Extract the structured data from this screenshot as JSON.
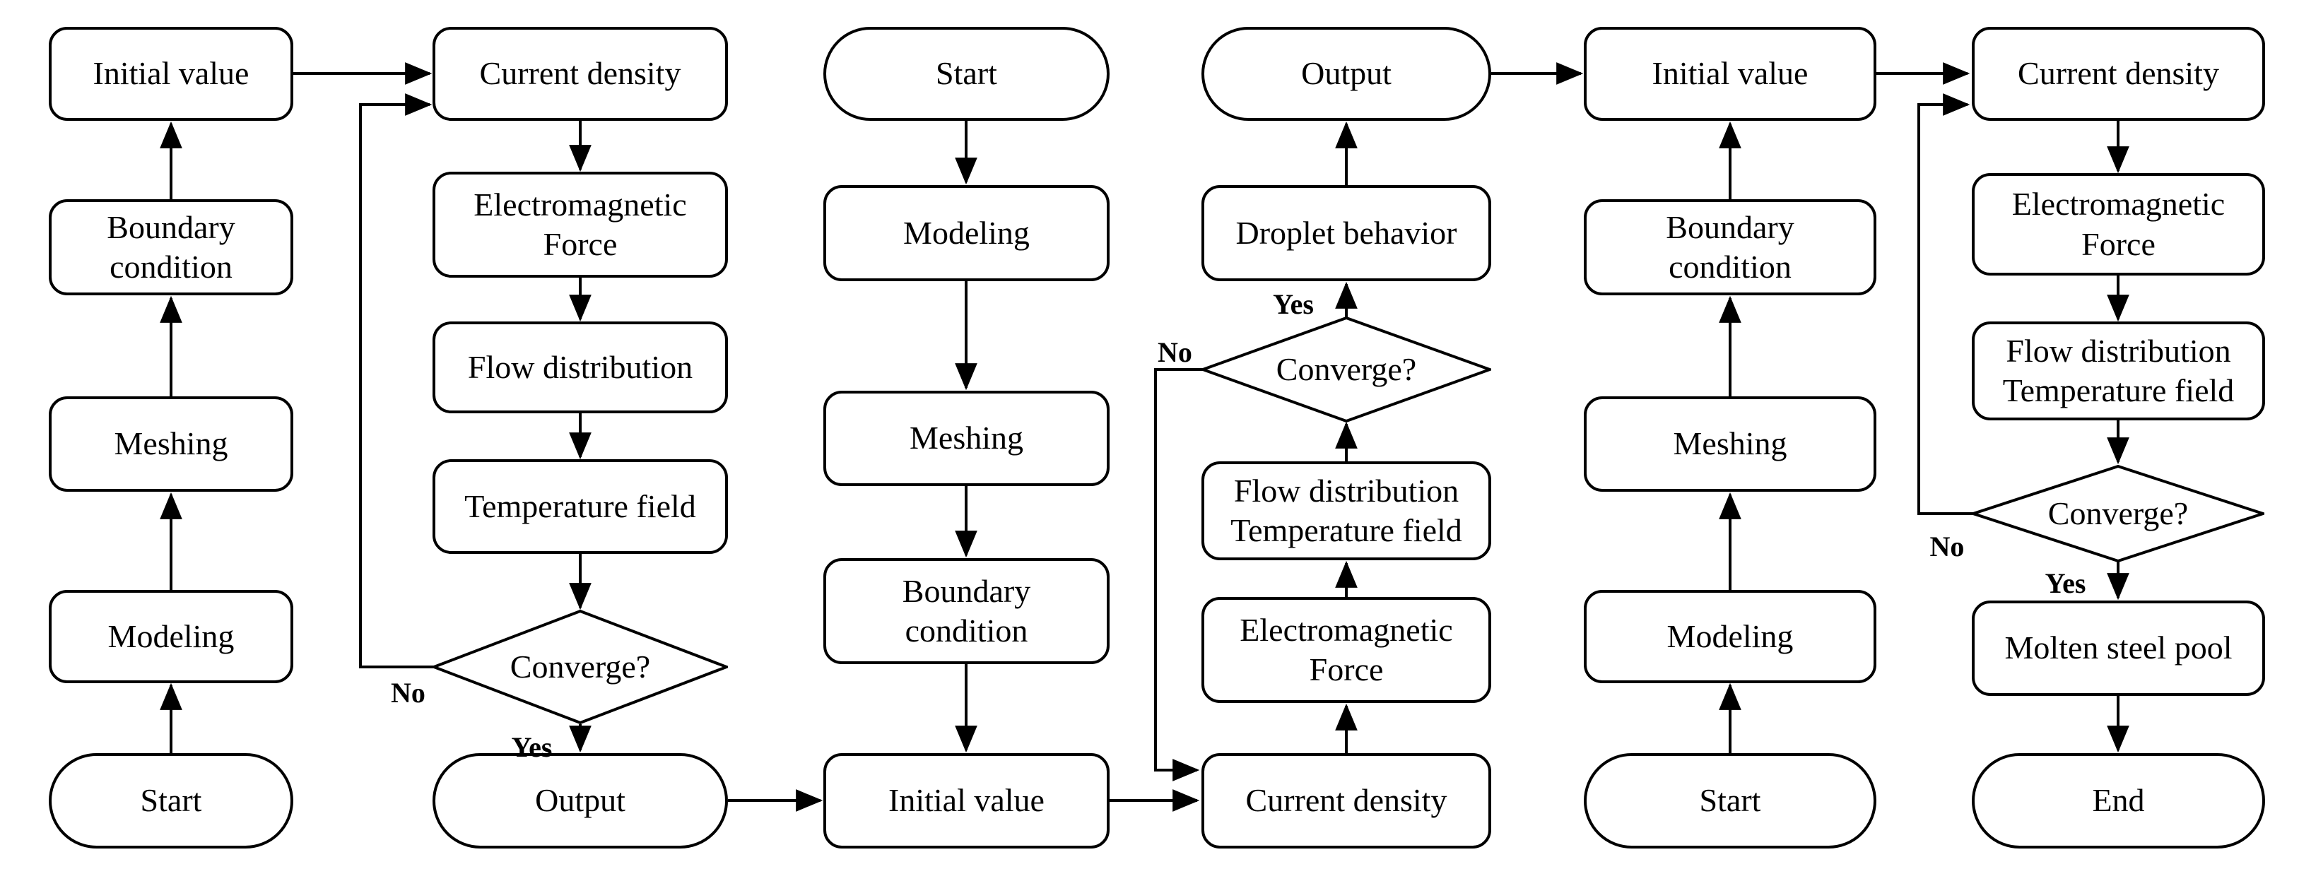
{
  "diagram": {
    "type": "flowchart",
    "colors": {
      "stroke": "#000000",
      "fill": "#ffffff"
    },
    "decision_labels": {
      "yes": "Yes",
      "no": "No"
    },
    "columns": [
      {
        "id": "preprocess-1",
        "flow": "bottom-to-top",
        "nodes": [
          {
            "id": "start-1",
            "shape": "terminator",
            "label": "Start"
          },
          {
            "id": "modeling-1",
            "shape": "process",
            "label": "Modeling"
          },
          {
            "id": "meshing-1",
            "shape": "process",
            "label": "Meshing"
          },
          {
            "id": "boundary-1",
            "shape": "process",
            "label": "Boundary\ncondition"
          },
          {
            "id": "initial-1",
            "shape": "process",
            "label": "Initial value"
          }
        ]
      },
      {
        "id": "em-loop-1",
        "flow": "top-to-bottom",
        "nodes": [
          {
            "id": "current-1",
            "shape": "process",
            "label": "Current density"
          },
          {
            "id": "emforce-1",
            "shape": "process",
            "label": "Electromagnetic\nForce"
          },
          {
            "id": "flow-1",
            "shape": "process",
            "label": "Flow distribution"
          },
          {
            "id": "temp-1",
            "shape": "process",
            "label": "Temperature field"
          },
          {
            "id": "converge-1",
            "shape": "decision",
            "label": "Converge?"
          },
          {
            "id": "output-1",
            "shape": "terminator",
            "label": "Output"
          }
        ]
      },
      {
        "id": "preprocess-2",
        "flow": "top-to-bottom",
        "nodes": [
          {
            "id": "start-2",
            "shape": "terminator",
            "label": "Start"
          },
          {
            "id": "modeling-2",
            "shape": "process",
            "label": "Modeling"
          },
          {
            "id": "meshing-2",
            "shape": "process",
            "label": "Meshing"
          },
          {
            "id": "boundary-2",
            "shape": "process",
            "label": "Boundary\ncondition"
          },
          {
            "id": "initial-2",
            "shape": "process",
            "label": "Initial value"
          }
        ]
      },
      {
        "id": "em-loop-2",
        "flow": "bottom-to-top",
        "nodes": [
          {
            "id": "current-2",
            "shape": "process",
            "label": "Current density"
          },
          {
            "id": "emforce-2",
            "shape": "process",
            "label": "Electromagnetic\nForce"
          },
          {
            "id": "flowtemp-1",
            "shape": "process",
            "label": "Flow distribution\nTemperature field"
          },
          {
            "id": "converge-2",
            "shape": "decision",
            "label": "Converge?"
          },
          {
            "id": "droplet-1",
            "shape": "process",
            "label": "Droplet behavior"
          },
          {
            "id": "output-2",
            "shape": "terminator",
            "label": "Output"
          }
        ]
      },
      {
        "id": "preprocess-3",
        "flow": "bottom-to-top",
        "nodes": [
          {
            "id": "start-3",
            "shape": "terminator",
            "label": "Start"
          },
          {
            "id": "modeling-3",
            "shape": "process",
            "label": "Modeling"
          },
          {
            "id": "meshing-3",
            "shape": "process",
            "label": "Meshing"
          },
          {
            "id": "boundary-3",
            "shape": "process",
            "label": "Boundary\ncondition"
          },
          {
            "id": "initial-3",
            "shape": "process",
            "label": "Initial value"
          }
        ]
      },
      {
        "id": "em-loop-3",
        "flow": "top-to-bottom",
        "nodes": [
          {
            "id": "current-3",
            "shape": "process",
            "label": "Current density"
          },
          {
            "id": "emforce-3",
            "shape": "process",
            "label": "Electromagnetic\nForce"
          },
          {
            "id": "flowtemp-2",
            "shape": "process",
            "label": "Flow distribution\nTemperature field"
          },
          {
            "id": "converge-3",
            "shape": "decision",
            "label": "Converge?"
          },
          {
            "id": "molten-1",
            "shape": "process",
            "label": "Molten steel pool"
          },
          {
            "id": "end-1",
            "shape": "terminator",
            "label": "End"
          }
        ]
      }
    ],
    "edges": [
      {
        "from": "start-1",
        "to": "modeling-1"
      },
      {
        "from": "modeling-1",
        "to": "meshing-1"
      },
      {
        "from": "meshing-1",
        "to": "boundary-1"
      },
      {
        "from": "boundary-1",
        "to": "initial-1"
      },
      {
        "from": "initial-1",
        "to": "current-1"
      },
      {
        "from": "current-1",
        "to": "emforce-1"
      },
      {
        "from": "emforce-1",
        "to": "flow-1"
      },
      {
        "from": "flow-1",
        "to": "temp-1"
      },
      {
        "from": "temp-1",
        "to": "converge-1"
      },
      {
        "from": "converge-1",
        "to": "output-1",
        "label": "Yes"
      },
      {
        "from": "converge-1",
        "to": "current-1",
        "label": "No"
      },
      {
        "from": "output-1",
        "to": "initial-2"
      },
      {
        "from": "start-2",
        "to": "modeling-2"
      },
      {
        "from": "modeling-2",
        "to": "meshing-2"
      },
      {
        "from": "meshing-2",
        "to": "boundary-2"
      },
      {
        "from": "boundary-2",
        "to": "initial-2"
      },
      {
        "from": "initial-2",
        "to": "current-2"
      },
      {
        "from": "current-2",
        "to": "emforce-2"
      },
      {
        "from": "emforce-2",
        "to": "flowtemp-1"
      },
      {
        "from": "flowtemp-1",
        "to": "converge-2"
      },
      {
        "from": "converge-2",
        "to": "droplet-1",
        "label": "Yes"
      },
      {
        "from": "converge-2",
        "to": "current-2",
        "label": "No"
      },
      {
        "from": "droplet-1",
        "to": "output-2"
      },
      {
        "from": "output-2",
        "to": "initial-3"
      },
      {
        "from": "start-3",
        "to": "modeling-3"
      },
      {
        "from": "modeling-3",
        "to": "meshing-3"
      },
      {
        "from": "meshing-3",
        "to": "boundary-3"
      },
      {
        "from": "boundary-3",
        "to": "initial-3"
      },
      {
        "from": "initial-3",
        "to": "current-3"
      },
      {
        "from": "current-3",
        "to": "emforce-3"
      },
      {
        "from": "emforce-3",
        "to": "flowtemp-2"
      },
      {
        "from": "flowtemp-2",
        "to": "converge-3"
      },
      {
        "from": "converge-3",
        "to": "molten-1",
        "label": "Yes"
      },
      {
        "from": "converge-3",
        "to": "current-3",
        "label": "No"
      },
      {
        "from": "molten-1",
        "to": "end-1"
      }
    ]
  }
}
